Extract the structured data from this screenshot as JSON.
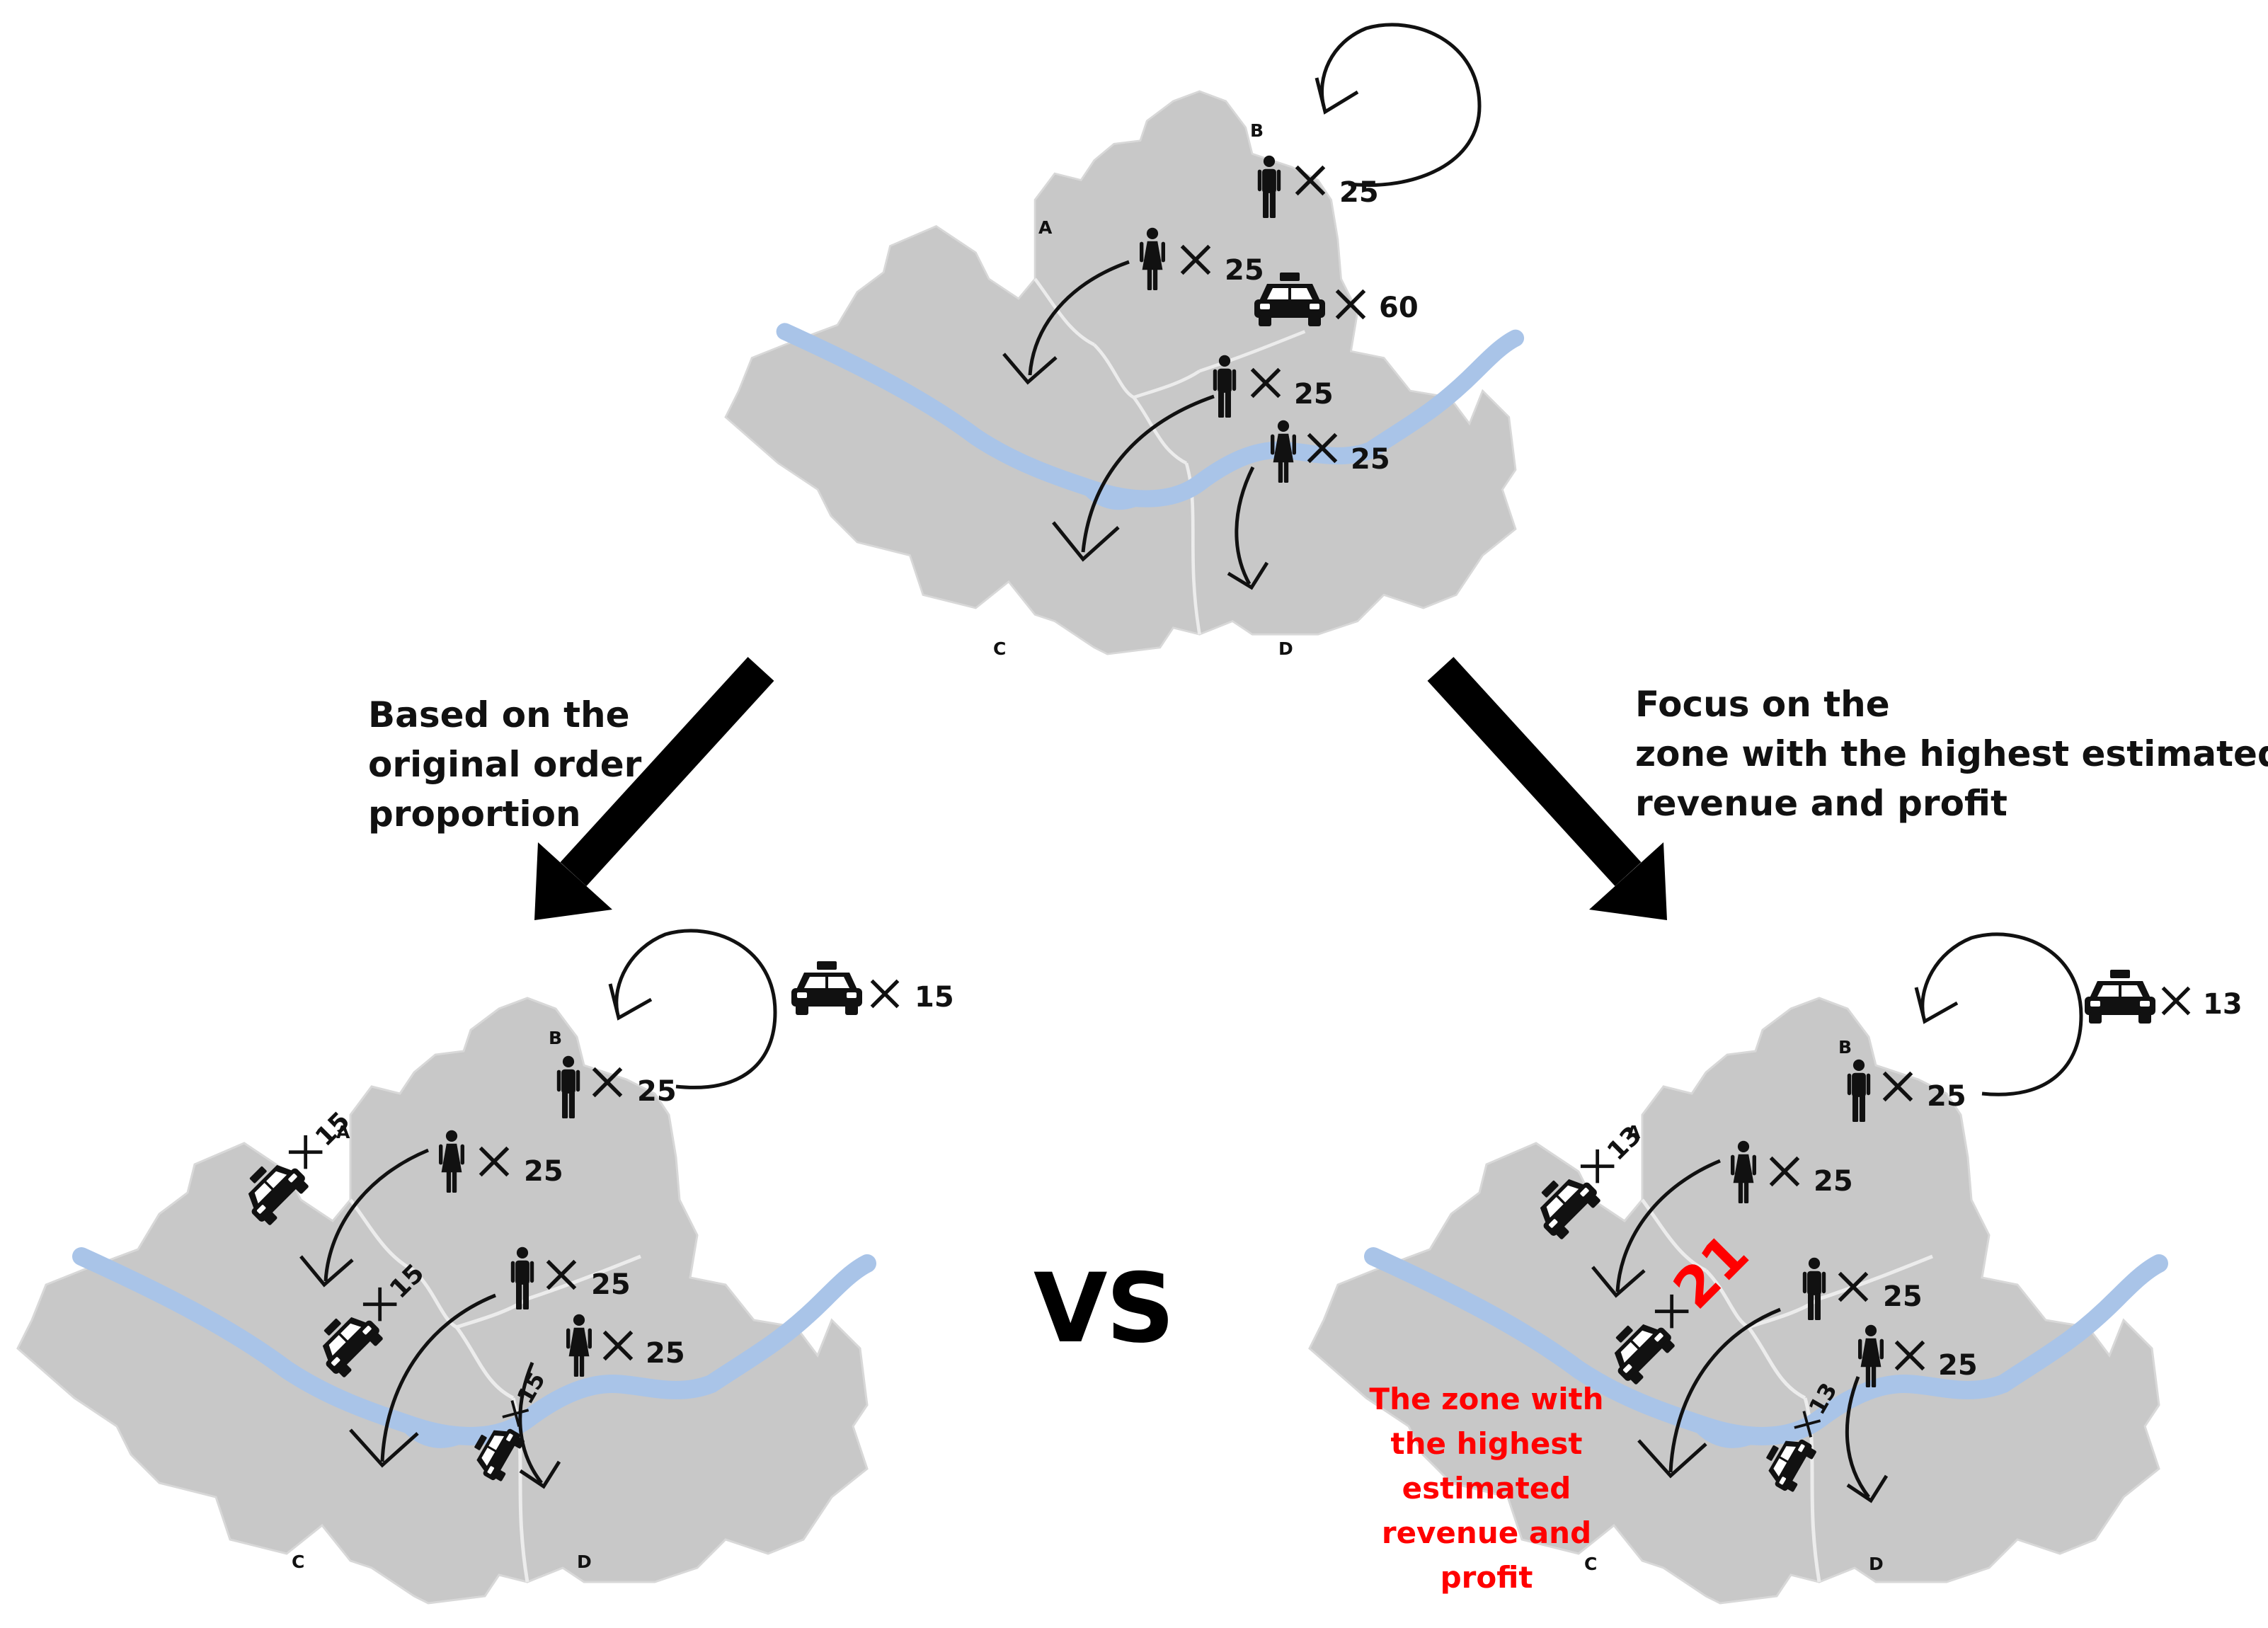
{
  "captions": {
    "left": [
      "Based on the",
      "original order",
      "proportion"
    ],
    "right": [
      "Focus on the",
      "zone with the highest estimated",
      "revenue and profit"
    ]
  },
  "vs_label": "VS",
  "highlight_note": [
    "The zone with",
    "the highest",
    "estimated",
    "revenue and",
    "profit"
  ],
  "zones": [
    "A",
    "B",
    "C",
    "D"
  ],
  "maps": {
    "top": {
      "passengers": [
        {
          "icon": "man-icon",
          "count": "25"
        },
        {
          "icon": "woman-icon",
          "count": "25"
        },
        {
          "icon": "man-icon",
          "count": "25"
        },
        {
          "icon": "woman-icon",
          "count": "25"
        }
      ],
      "taxi_count": "60"
    },
    "left": {
      "passengers": [
        {
          "icon": "man-icon",
          "count": "25"
        },
        {
          "icon": "woman-icon",
          "count": "25"
        },
        {
          "icon": "man-icon",
          "count": "25"
        },
        {
          "icon": "woman-icon",
          "count": "25"
        }
      ],
      "taxis": [
        "15",
        "15",
        "15",
        "15"
      ]
    },
    "right": {
      "passengers": [
        {
          "icon": "man-icon",
          "count": "25"
        },
        {
          "icon": "woman-icon",
          "count": "25"
        },
        {
          "icon": "man-icon",
          "count": "25"
        },
        {
          "icon": "woman-icon",
          "count": "25"
        }
      ],
      "taxis": [
        "13",
        "13",
        "21",
        "13"
      ]
    }
  },
  "colors": {
    "map_fill": "#c8c8c8",
    "river": "#a9c4e8",
    "highlight": "#ff0000"
  }
}
